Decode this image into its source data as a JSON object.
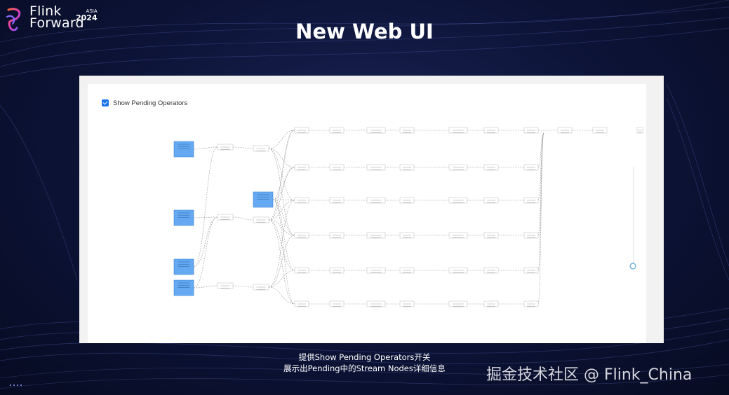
{
  "brand": {
    "line1": "Flink",
    "line2": "Forward",
    "badge_top": "ASIA",
    "badge_year": "2024"
  },
  "slide": {
    "title": "New Web UI"
  },
  "web_ui": {
    "show_pending": {
      "label": "Show Pending Operators",
      "checked": true
    },
    "node_colors": {
      "pending": "#64a9f2",
      "normal": "#ffffff"
    }
  },
  "caption": {
    "line1": "提供Show Pending Operators开关",
    "line2": "展示出Pending中的Stream Nodes详细信息"
  },
  "watermark": "掘金技术社区 @ Flink_China"
}
